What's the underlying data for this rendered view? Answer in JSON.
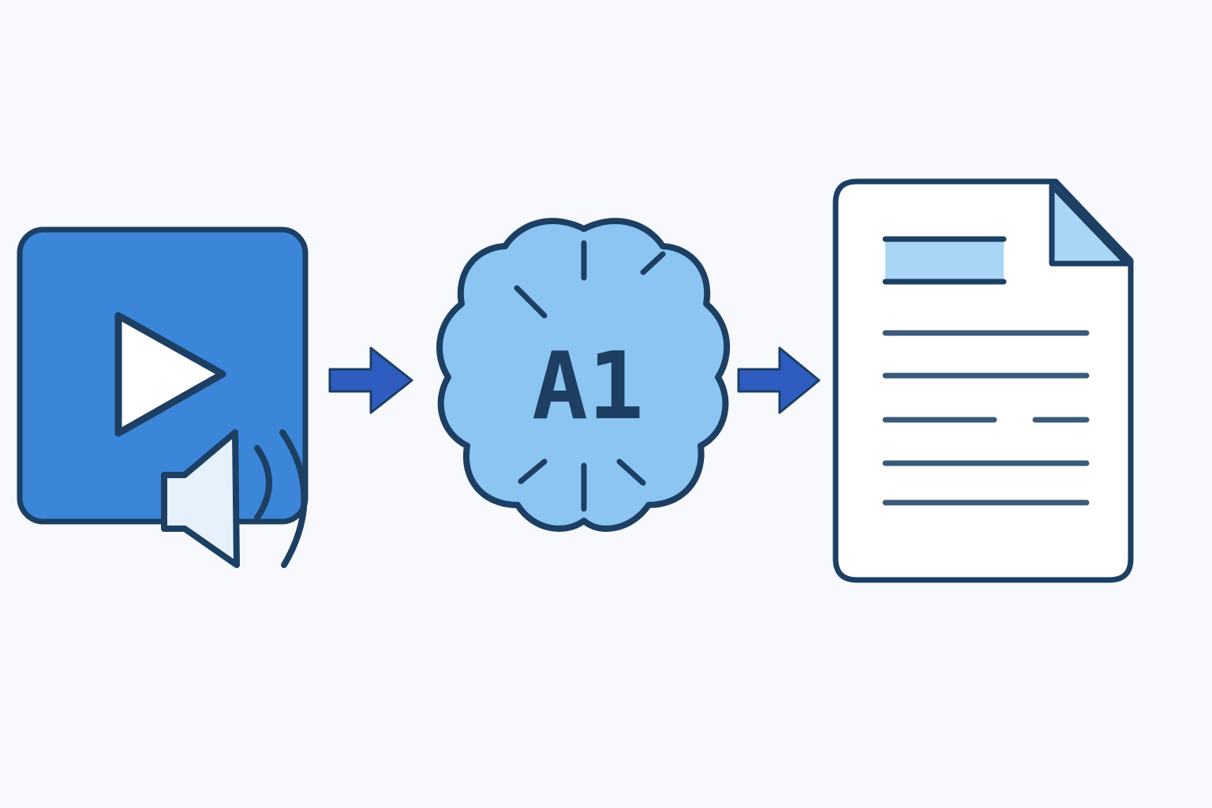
{
  "diagram": {
    "steps": [
      {
        "id": "media",
        "icon": "video-audio-icon"
      },
      {
        "id": "ai",
        "icon": "ai-brain-icon",
        "label": "A1"
      },
      {
        "id": "document",
        "icon": "text-document-icon"
      }
    ],
    "connectors": [
      {
        "from": "media",
        "to": "ai",
        "icon": "arrow-right-icon"
      },
      {
        "from": "ai",
        "to": "document",
        "icon": "arrow-right-icon"
      }
    ]
  },
  "colors": {
    "background": "#f7f9fc",
    "outline": "#1c3f63",
    "media_fill": "#3b86d8",
    "ai_fill": "#8cc4f2",
    "arrow": "#2f5cc0",
    "doc_fill": "#ffffff",
    "doc_accent": "#a8d6f6",
    "speaker_fill": "#e6f1fb"
  }
}
